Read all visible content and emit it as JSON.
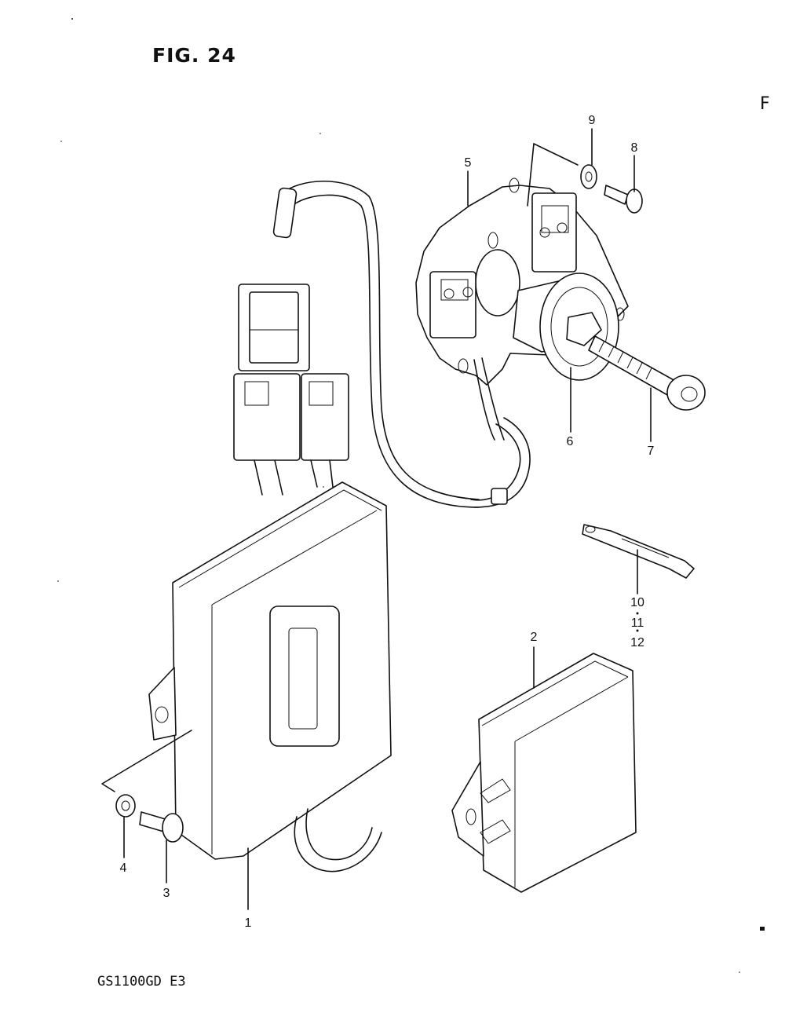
{
  "figure": {
    "title": "FIG. 24",
    "model": "GS1100GD E3",
    "edge_mark": "F"
  },
  "callouts": [
    {
      "id": "1",
      "label": "1"
    },
    {
      "id": "2",
      "label": "2"
    },
    {
      "id": "3",
      "label": "3"
    },
    {
      "id": "4",
      "label": "4"
    },
    {
      "id": "5",
      "label": "5"
    },
    {
      "id": "6",
      "label": "6"
    },
    {
      "id": "7",
      "label": "7"
    },
    {
      "id": "8",
      "label": "8"
    },
    {
      "id": "9",
      "label": "9"
    },
    {
      "id": "10",
      "label": "10"
    },
    {
      "id": "11",
      "label": "11"
    },
    {
      "id": "12",
      "label": "12"
    }
  ]
}
